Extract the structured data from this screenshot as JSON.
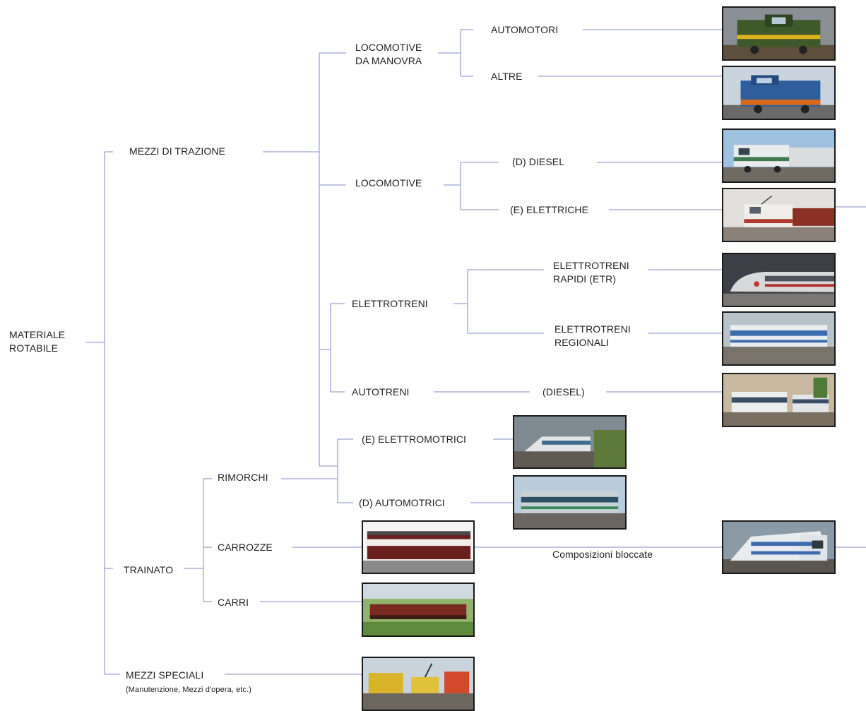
{
  "colors": {
    "line": "#9aa2d4",
    "text": "#1f1f1f",
    "frame": "#1a1a1a"
  },
  "nodes": {
    "materiale_rotabile": {
      "line1": "MATERIALE",
      "line2": "ROTABILE"
    },
    "mezzi_di_trazione": "MEZZI DI TRAZIONE",
    "locomotive_manovra": {
      "line1": "LOCOMOTIVE",
      "line2": "DA MANOVRA"
    },
    "automotori": "AUTOMOTORI",
    "altre": "ALTRE",
    "locomotive": "LOCOMOTIVE",
    "diesel_loco": "(D) DIESEL",
    "elettriche": "(E) ELETTRICHE",
    "elettrotreni": "ELETTROTRENI",
    "etr_rapidi": {
      "line1": "ELETTROTRENI",
      "line2": "RAPIDI (ETR)"
    },
    "etr_regionali": {
      "line1": "ELETTROTRENI",
      "line2": "REGIONALI"
    },
    "autotreni": "AUTOTRENI",
    "diesel_auto": "(DIESEL)",
    "elettromotrici": "(E) ELETTROMOTRICI",
    "automotrici": "(D) AUTOMOTRICI",
    "rimorchi": "RIMORCHI",
    "trainato": "TRAINATO",
    "carrozze": "CARROZZE",
    "carri": "CARRI",
    "mezzi_speciali": "MEZZI SPECIALI",
    "mezzi_speciali_note": "(Manutenzione, Mezzi d'opera, etc.)",
    "composizioni_bloccate": "Composizioni bloccate"
  },
  "photos": [
    {
      "id": "automotori",
      "icon": "shunter-locomotive-photo"
    },
    {
      "id": "altre",
      "icon": "blue-shunter-photo"
    },
    {
      "id": "diesel_loco",
      "icon": "diesel-locomotive-photo"
    },
    {
      "id": "elettriche",
      "icon": "electric-locomotive-photo"
    },
    {
      "id": "etr_rapidi",
      "icon": "high-speed-train-photo"
    },
    {
      "id": "etr_regionali",
      "icon": "regional-train-photo"
    },
    {
      "id": "diesel_auto",
      "icon": "diesel-railcar-photo"
    },
    {
      "id": "elettromotrici",
      "icon": "electric-railcar-photo"
    },
    {
      "id": "automotrici",
      "icon": "diesel-automotrice-photo"
    },
    {
      "id": "carrozze",
      "icon": "passenger-coach-photo"
    },
    {
      "id": "carri",
      "icon": "freight-wagon-photo"
    },
    {
      "id": "mezzi_speciali",
      "icon": "maintenance-vehicles-photo"
    },
    {
      "id": "composizioni_bloccate",
      "icon": "double-deck-train-photo"
    }
  ]
}
